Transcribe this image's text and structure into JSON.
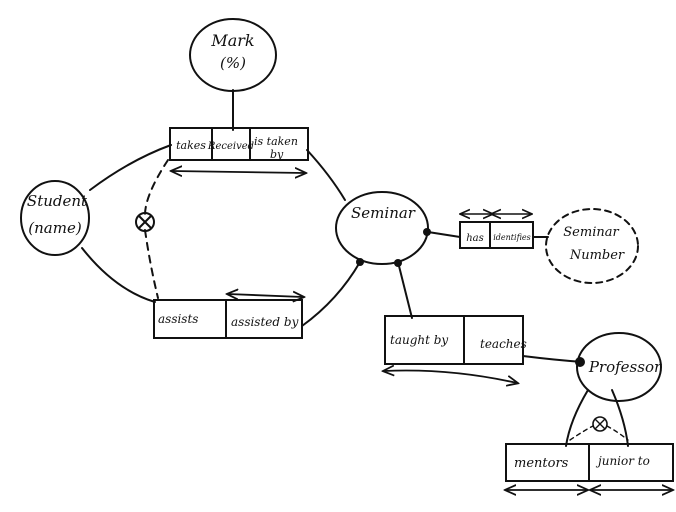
{
  "entities": {
    "mark": {
      "line1": "Mark",
      "line2": "(%)"
    },
    "student": {
      "line1": "Student",
      "line2": "(name)"
    },
    "seminar": {
      "label": "Seminar"
    },
    "seminar_number": {
      "line1": "Seminar",
      "line2": "Number"
    },
    "professor": {
      "label": "Professor"
    }
  },
  "relationships": {
    "takes": {
      "role1": "takes",
      "role2": "Received",
      "role3a": "is taken",
      "role3b": "by"
    },
    "assists": {
      "role1": "assists",
      "role2": "assisted by"
    },
    "has": {
      "role1": "has",
      "role2": "identifies"
    },
    "taught": {
      "role1": "taught by",
      "role2": "teaches"
    },
    "mentors": {
      "role1": "mentors",
      "role2": "junior to"
    }
  },
  "colors": {
    "ink": "#111111",
    "background": "#ffffff"
  }
}
